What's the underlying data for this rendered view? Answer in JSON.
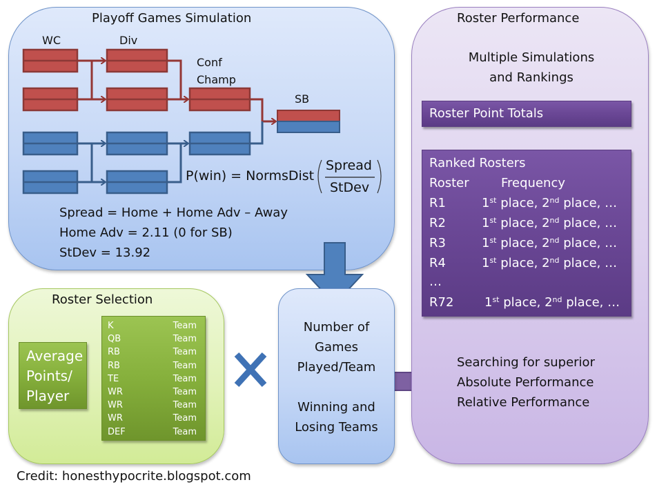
{
  "simulation": {
    "title": "Playoff Games Simulation",
    "round_labels": {
      "wc": "WC",
      "div": "Div",
      "conf_line1": "Conf",
      "conf_line2": "Champ",
      "sb": "SB"
    },
    "formula": {
      "lhs": "P(win) = NormsDist",
      "numerator": "Spread",
      "denominator": "StDev"
    },
    "notes": [
      "Spread = Home + Home Adv – Away",
      "Home Adv = 2.11 (0 for SB)",
      "StDev = 13.92"
    ],
    "colors": {
      "afc_red": "#c0504d",
      "afc_red_border": "#8c3836",
      "nfc_blue": "#4f81bd",
      "nfc_blue_border": "#385d8a"
    }
  },
  "selection": {
    "title": "Roster Selection",
    "avg_box": [
      "Average",
      "Points/",
      "Player"
    ],
    "roster": [
      {
        "pos": "K",
        "team": "Team"
      },
      {
        "pos": "QB",
        "team": "Team"
      },
      {
        "pos": "RB",
        "team": "Team"
      },
      {
        "pos": "RB",
        "team": "Team"
      },
      {
        "pos": "TE",
        "team": "Team"
      },
      {
        "pos": "WR",
        "team": "Team"
      },
      {
        "pos": "WR",
        "team": "Team"
      },
      {
        "pos": "WR",
        "team": "Team"
      },
      {
        "pos": "DEF",
        "team": "Team"
      }
    ],
    "multiply_icon": "multiply-x-icon"
  },
  "games": {
    "lines": [
      "Number of",
      "Games",
      "Played/Team",
      "",
      "Winning and",
      "Losing Teams"
    ]
  },
  "performance": {
    "title": "Roster Performance",
    "subtitle": [
      "Multiple Simulations",
      "and Rankings"
    ],
    "point_totals": "Roster Point Totals",
    "ranked": {
      "title": "Ranked Rosters",
      "col_roster": "Roster",
      "col_frequency": "Frequency",
      "rows": [
        {
          "id": "R1",
          "first": "1",
          "first_sup": "st",
          "mid": " place, 2",
          "second_sup": "nd",
          "tail": " place, …"
        },
        {
          "id": "R2",
          "first": "1",
          "first_sup": "st",
          "mid": " place, 2",
          "second_sup": "nd",
          "tail": " place, …"
        },
        {
          "id": "R3",
          "first": "1",
          "first_sup": "st",
          "mid": " place, 2",
          "second_sup": "nd",
          "tail": " place, …"
        },
        {
          "id": "R4",
          "first": "1",
          "first_sup": "st",
          "mid": " place, 2",
          "second_sup": "nd",
          "tail": " place, …"
        },
        {
          "id": "…",
          "first": "",
          "first_sup": "",
          "mid": "",
          "second_sup": "",
          "tail": ""
        },
        {
          "id": "R72",
          "first": "1",
          "first_sup": "st",
          "mid": " place, 2",
          "second_sup": "nd",
          "tail": " place, …"
        }
      ]
    },
    "search": [
      "Searching for  superior",
      "Absolute Performance",
      "Relative Performance"
    ]
  },
  "credit": "Credit: honesthypocrite.blogspot.com"
}
